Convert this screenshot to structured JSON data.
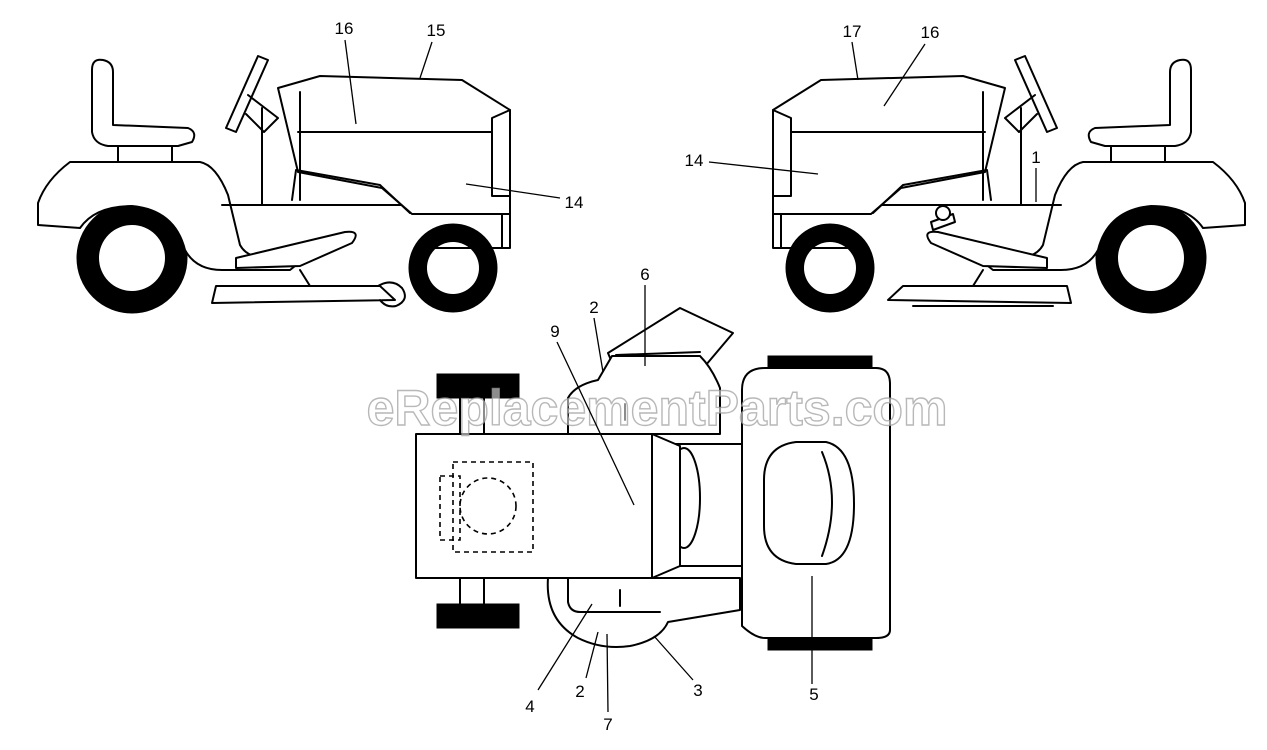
{
  "watermark": "eReplacementParts.com",
  "callouts": {
    "left_view": {
      "c16": "16",
      "c15": "15",
      "c14": "14"
    },
    "right_view": {
      "c17": "17",
      "c16": "16",
      "c14": "14",
      "c1": "1"
    },
    "top_view": {
      "c6": "6",
      "c2_top": "2",
      "c9": "9",
      "c5": "5",
      "c3": "3",
      "c4": "4",
      "c2_bottom": "2",
      "c7": "7"
    }
  }
}
